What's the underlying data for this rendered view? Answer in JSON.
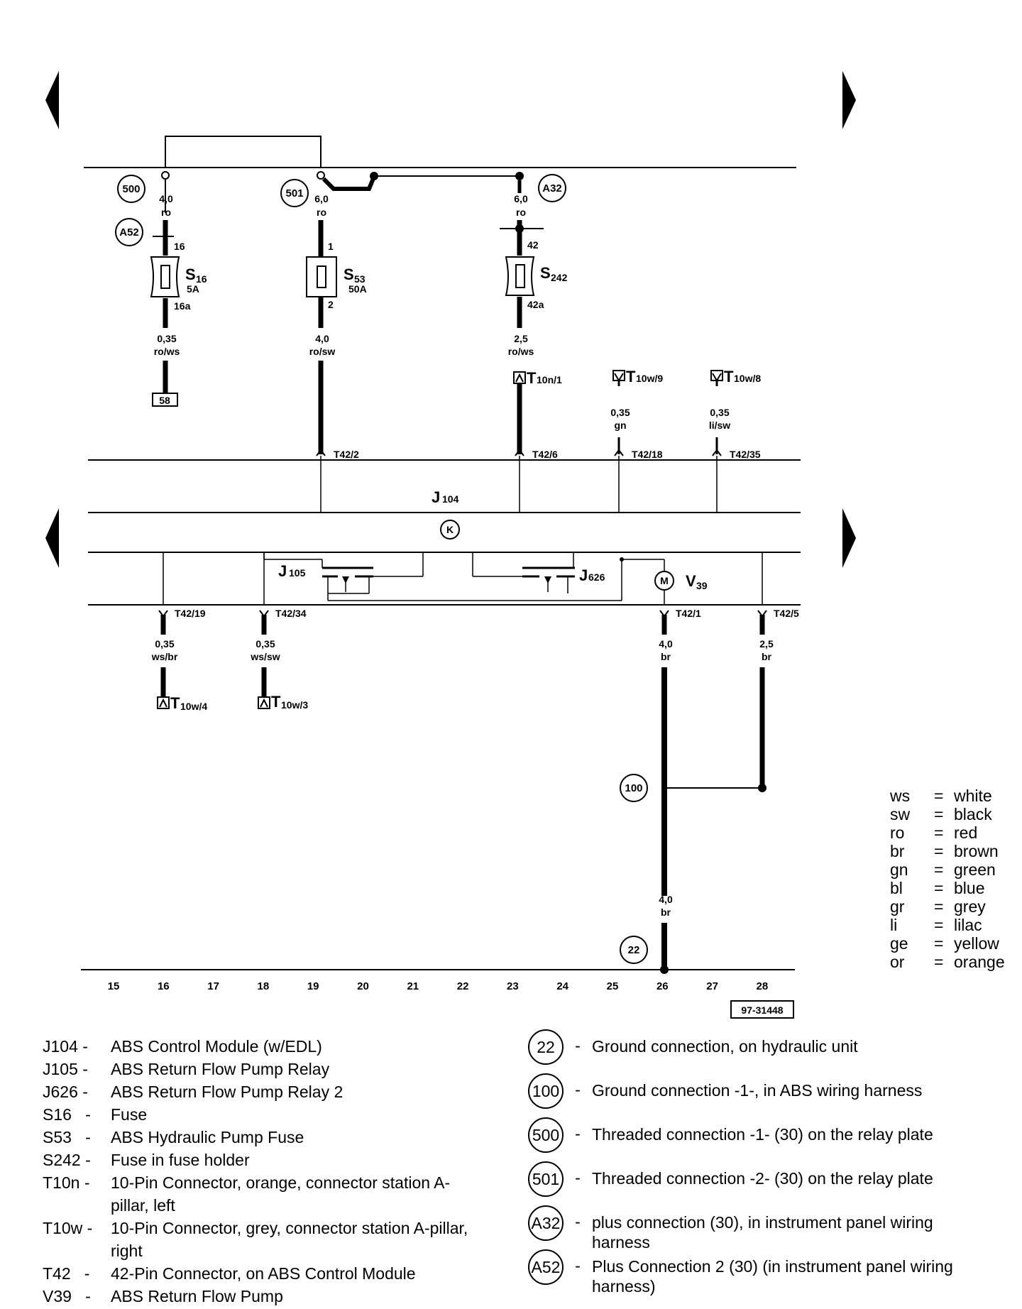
{
  "ref_number": "97-31448",
  "track_numbers": [
    "15",
    "16",
    "17",
    "18",
    "19",
    "20",
    "21",
    "22",
    "23",
    "24",
    "25",
    "26",
    "27",
    "28"
  ],
  "components": {
    "j104": {
      "letter": "J",
      "sub": "104"
    },
    "j105": {
      "letter": "J",
      "sub": "105"
    },
    "j626": {
      "letter": "J",
      "sub": "626"
    },
    "v39": {
      "letter": "V",
      "sub": "39"
    },
    "s16": {
      "letter": "S",
      "sub": "16",
      "amp": "5A"
    },
    "s53": {
      "letter": "S",
      "sub": "53",
      "amp": "50A"
    },
    "s242": {
      "letter": "S",
      "sub": "242"
    },
    "motor_symbol": "M",
    "k_symbol": "K"
  },
  "circles": {
    "c500": "500",
    "c501": "501",
    "a32": "A32",
    "a52": "A52",
    "c100": "100",
    "c22": "22"
  },
  "fuse_pins": {
    "s16_in": "16",
    "s16_out": "16a",
    "s53_in": "1",
    "s53_out": "2",
    "s242_in": "42",
    "s242_out": "42a"
  },
  "wires": {
    "w500": {
      "size": "4,0",
      "color": "ro"
    },
    "w501": {
      "size": "6,0",
      "color": "ro"
    },
    "wa32": {
      "size": "6,0",
      "color": "ro"
    },
    "ws16": {
      "size": "0,35",
      "color": "ro/ws"
    },
    "ws53": {
      "size": "4,0",
      "color": "ro/sw"
    },
    "ws242": {
      "size": "2,5",
      "color": "ro/ws"
    },
    "wt9": {
      "size": "0,35",
      "color": "gn"
    },
    "wt8": {
      "size": "0,35",
      "color": "li/sw"
    },
    "w19": {
      "size": "0,35",
      "color": "ws/br"
    },
    "w34": {
      "size": "0,35",
      "color": "ws/sw"
    },
    "w1": {
      "size": "4,0",
      "color": "br"
    },
    "w5": {
      "size": "2,5",
      "color": "br"
    },
    "wgnd": {
      "size": "4,0",
      "color": "br"
    }
  },
  "connectors": {
    "t10n1": {
      "letter": "T",
      "sub": "10n/1"
    },
    "t10w9": {
      "letter": "T",
      "sub": "10w/9"
    },
    "t10w8": {
      "letter": "T",
      "sub": "10w/8"
    },
    "t10w4": {
      "letter": "T",
      "sub": "10w/4"
    },
    "t10w3": {
      "letter": "T",
      "sub": "10w/3"
    }
  },
  "pins": {
    "t42_2": "T42/2",
    "t42_6": "T42/6",
    "t42_18": "T42/18",
    "t42_35": "T42/35",
    "t42_19": "T42/19",
    "t42_34": "T42/34",
    "t42_1": "T42/1",
    "t42_5": "T42/5"
  },
  "box_58": "58",
  "color_legend": [
    {
      "code": "ws",
      "label": "white"
    },
    {
      "code": "sw",
      "label": "black"
    },
    {
      "code": "ro",
      "label": "red"
    },
    {
      "code": "br",
      "label": "brown"
    },
    {
      "code": "gn",
      "label": "green"
    },
    {
      "code": "bl",
      "label": "blue"
    },
    {
      "code": "gr",
      "label": "grey"
    },
    {
      "code": "li",
      "label": "lilac"
    },
    {
      "code": "ge",
      "label": "yellow"
    },
    {
      "code": "or",
      "label": "orange"
    }
  ],
  "component_legend": [
    {
      "code": "J104 -",
      "desc": "ABS Control Module (w/EDL)"
    },
    {
      "code": "J105 -",
      "desc": "ABS Return Flow Pump Relay"
    },
    {
      "code": "J626 -",
      "desc": "ABS Return Flow Pump Relay 2"
    },
    {
      "code": "S16   -",
      "desc": "Fuse"
    },
    {
      "code": "S53   -",
      "desc": "ABS Hydraulic Pump Fuse"
    },
    {
      "code": "S242 -",
      "desc": "Fuse in fuse holder"
    },
    {
      "code": "T10n -",
      "desc": "10-Pin Connector, orange, connector station A-pillar, left"
    },
    {
      "code": "T10w -",
      "desc": "10-Pin Connector, grey, connector station A-pillar, right"
    },
    {
      "code": "T42   -",
      "desc": "42-Pin Connector, on ABS Control Module"
    },
    {
      "code": "V39   -",
      "desc": "ABS Return Flow Pump"
    }
  ],
  "connection_legend": [
    {
      "id": "22",
      "dash": "-",
      "desc": "Ground connection, on hydraulic unit"
    },
    {
      "id": "100",
      "dash": "-",
      "desc": "Ground connection -1-, in ABS wiring harness"
    },
    {
      "id": "500",
      "dash": "-",
      "desc": "Threaded connection -1- (30) on the relay plate"
    },
    {
      "id": "501",
      "dash": "-",
      "desc": "Threaded connection -2- (30) on the relay plate"
    },
    {
      "id": "A32",
      "dash": "-",
      "desc": "plus connection (30), in instrument panel wiring harness"
    },
    {
      "id": "A52",
      "dash": "-",
      "desc": "Plus Connection 2 (30) (in instrument panel wiring harness)"
    }
  ]
}
